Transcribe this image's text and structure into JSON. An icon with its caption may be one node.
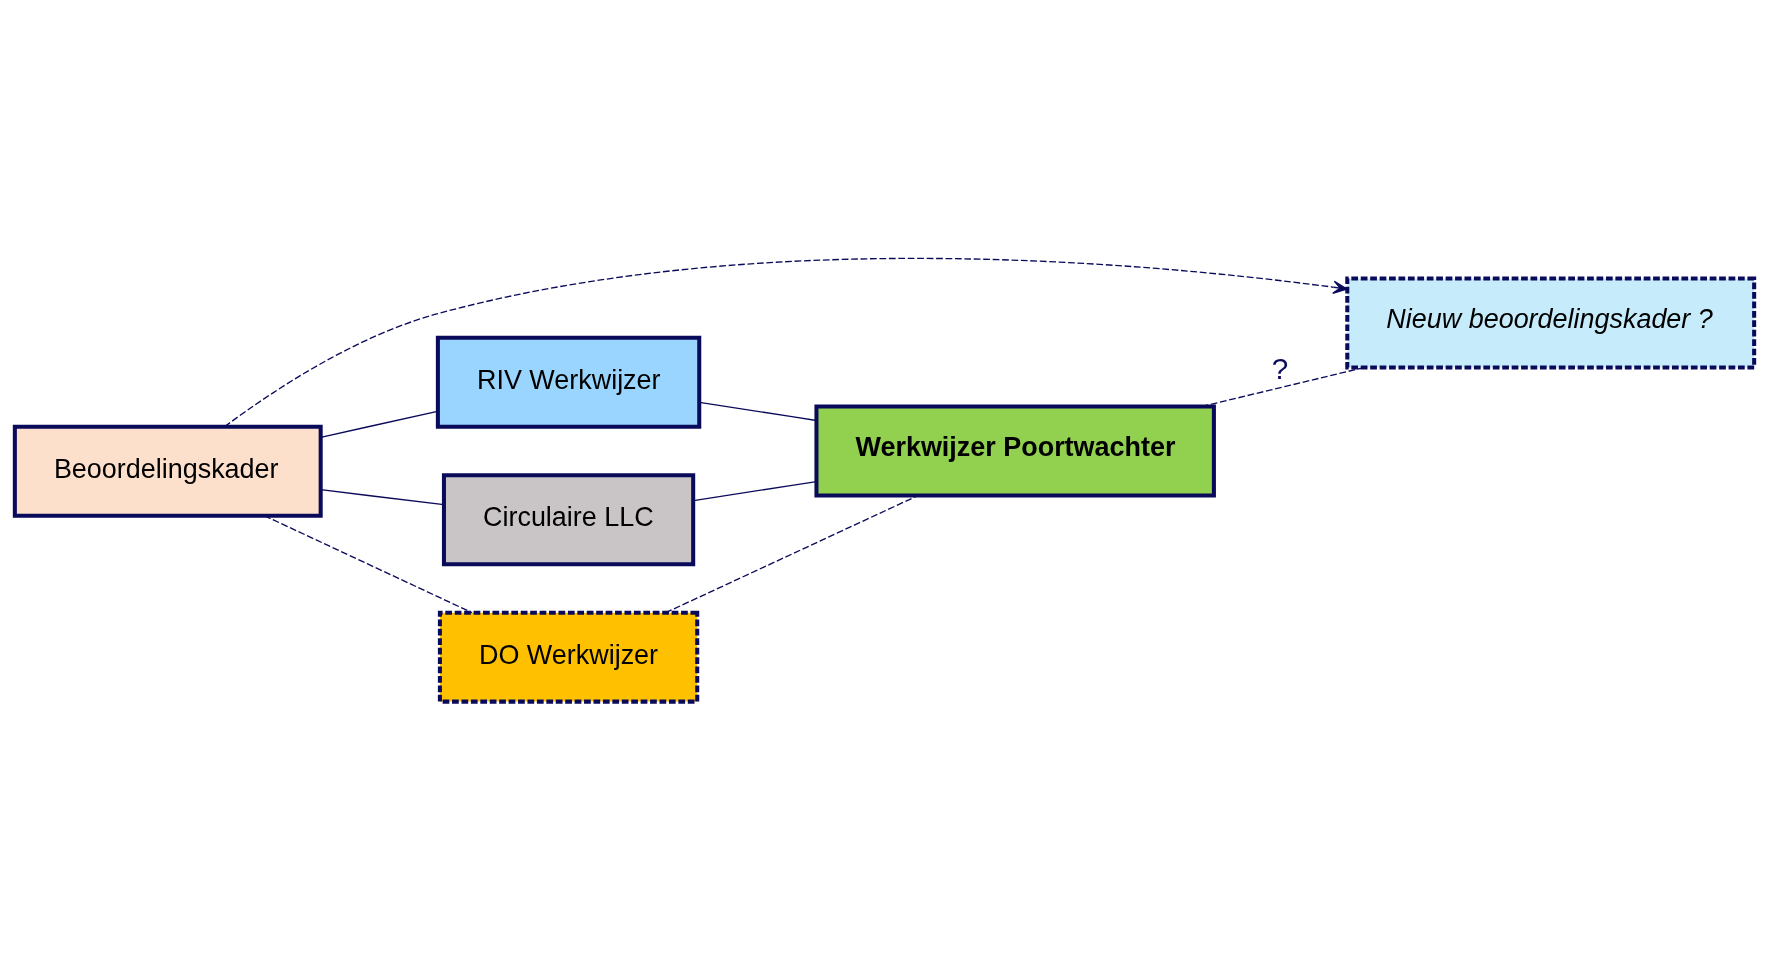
{
  "diagram": {
    "nodes": [
      {
        "text": [
          "Beoordelingskader"
        ]
      },
      {
        "text": [
          "Nieuw beoordelingskader ?"
        ]
      },
      {
        "text": [
          "RIV Werkwijzer"
        ]
      },
      {
        "text": [
          "Circulaire LLC"
        ]
      },
      {
        "text": [
          "DO Werkwijzer"
        ]
      },
      {
        "text": [
          "Werkwijzer Poortwachter"
        ]
      }
    ],
    "edges": [
      {
        "from": 0,
        "to": 1,
        "arrow": "to",
        "style": "dashed"
      },
      {
        "from": 0,
        "to": 2,
        "arrow": "none"
      },
      {
        "from": 0,
        "to": 3,
        "arrow": "none"
      },
      {
        "from": 0,
        "to": 4,
        "arrow": "none",
        "style": "dashed"
      },
      {
        "from": 2,
        "to": 5,
        "arrow": "none"
      },
      {
        "from": 3,
        "to": 5,
        "arrow": "none"
      },
      {
        "from": 4,
        "to": 5,
        "arrow": "none",
        "style": "dashed"
      },
      {
        "from": 5,
        "to": 1,
        "arrow": "none",
        "style": "dashed",
        "label": "?"
      }
    ]
  }
}
